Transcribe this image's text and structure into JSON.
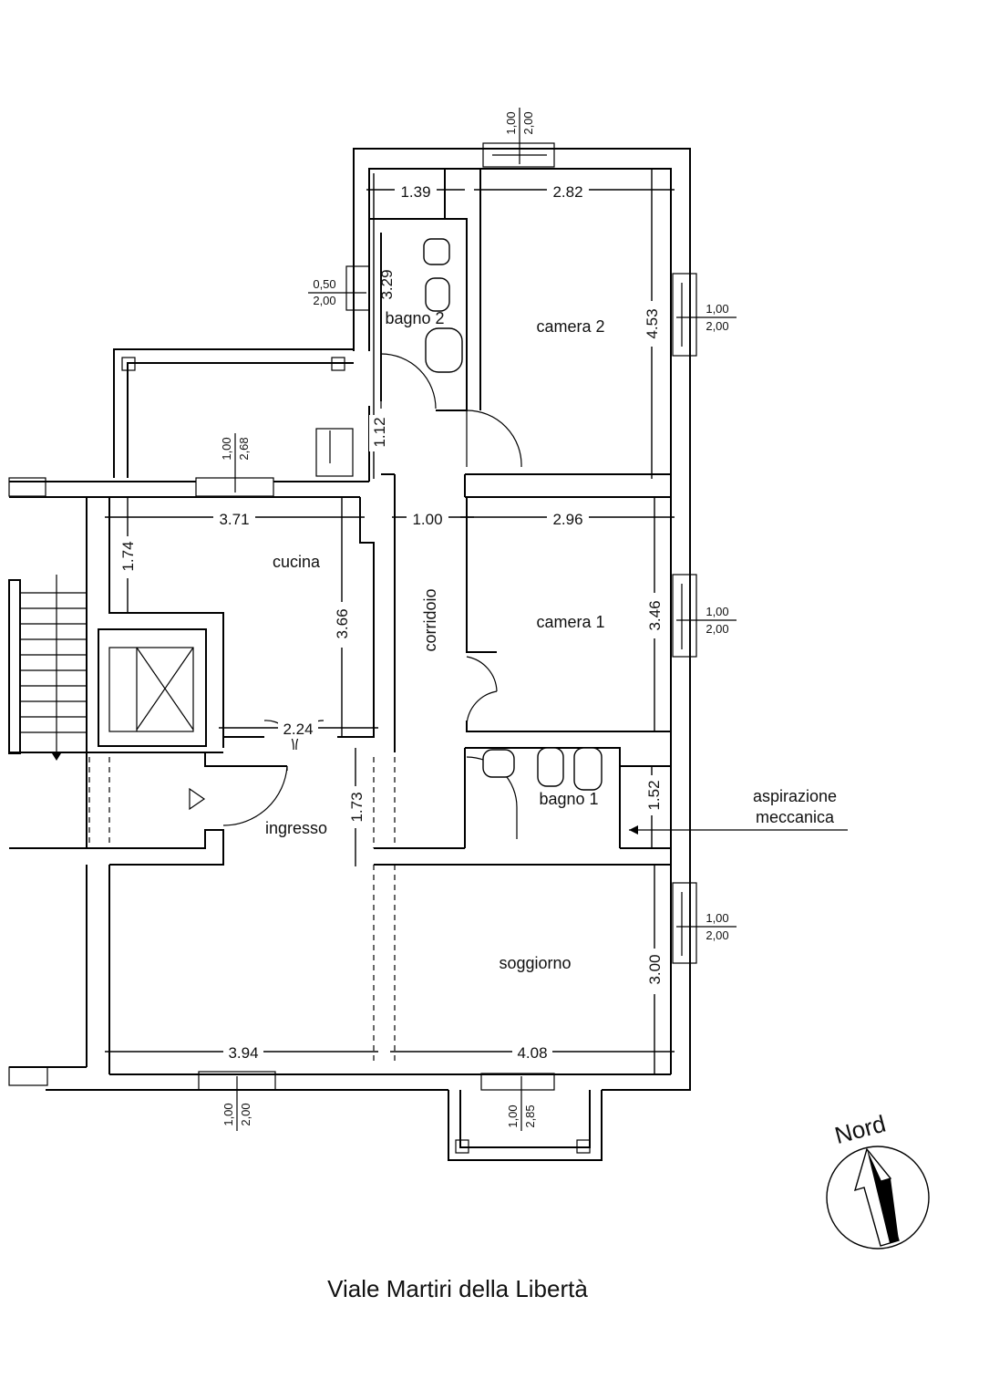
{
  "rooms": {
    "camera_2": "camera 2",
    "bagno_2": "bagno 2",
    "cucina": "cucina",
    "corridoio": "corridoio",
    "camera_1": "camera 1",
    "bagno_1": "bagno 1",
    "ingresso": "ingresso",
    "soggiorno": "soggiorno"
  },
  "dimensions": {
    "d_1_39": "1.39",
    "d_2_82": "2.82",
    "d_3_29": "3.29",
    "d_4_53": "4.53",
    "d_1_12": "1.12",
    "d_3_71": "3.71",
    "d_1_00": "1.00",
    "d_2_96": "2.96",
    "d_1_74": "1.74",
    "d_3_66": "3.66",
    "d_3_46": "3.46",
    "d_2_24": "2.24",
    "d_1_73": "1.73",
    "d_1_52": "1.52",
    "d_3_00": "3.00",
    "d_3_94": "3.94",
    "d_4_08": "4.08"
  },
  "windows": {
    "top": {
      "w": "1,00",
      "h": "2,00"
    },
    "bagno2": {
      "w": "0,50",
      "h": "2,00"
    },
    "camera2": {
      "w": "1,00",
      "h": "2,00"
    },
    "cucina": {
      "w": "1,00",
      "h": "2,68"
    },
    "camera1": {
      "w": "1,00",
      "h": "2,00"
    },
    "soggiorno": {
      "w": "1,00",
      "h": "2,00"
    },
    "bottom_left": {
      "w": "1,00",
      "h": "2,00"
    },
    "balcony": {
      "w": "1,00",
      "h": "2,85"
    }
  },
  "annotation": {
    "line1": "aspirazione",
    "line2": "meccanica"
  },
  "compass": {
    "label": "Nord"
  },
  "street": "Viale Martiri della Libertà"
}
